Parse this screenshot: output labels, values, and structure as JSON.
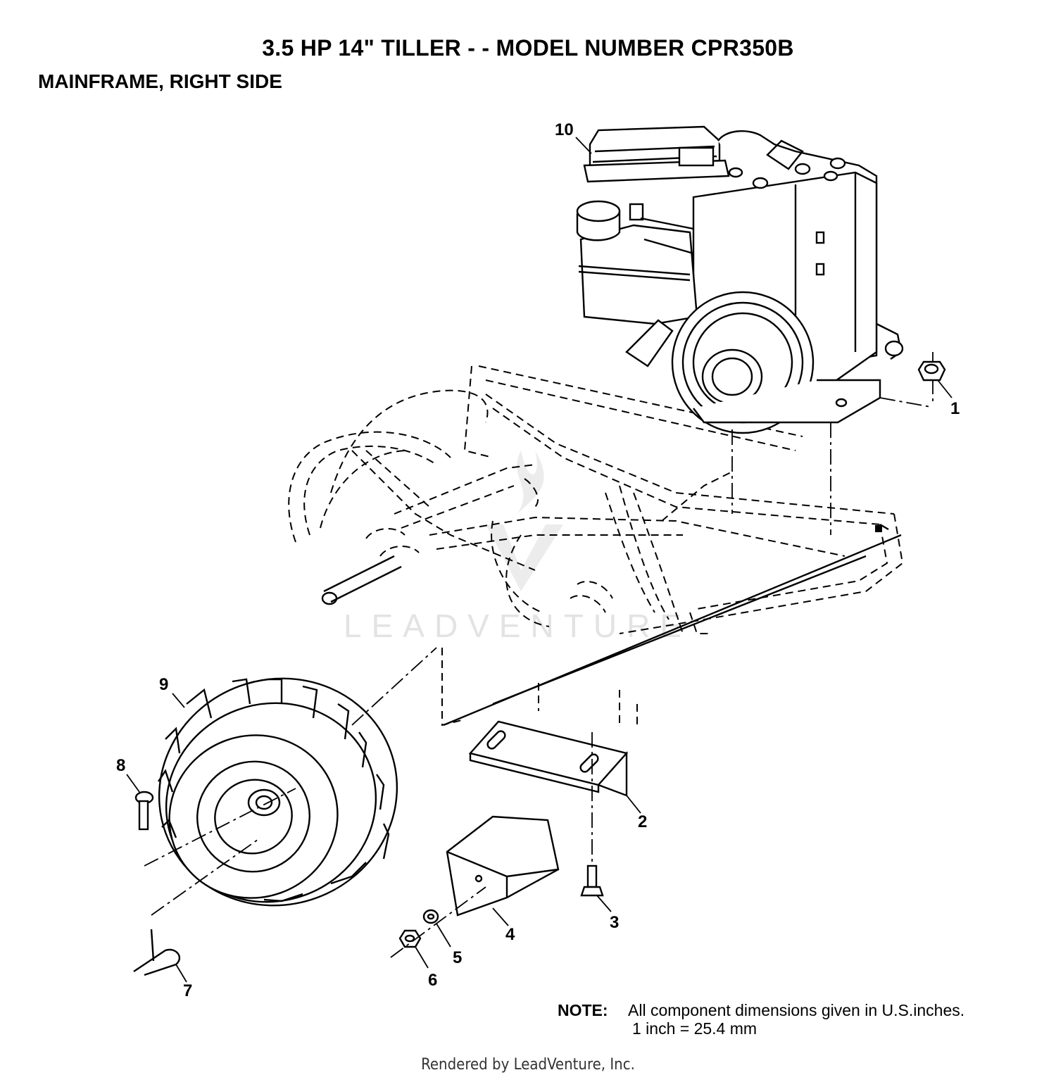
{
  "header": {
    "title": "3.5 HP 14\" TILLER - - MODEL NUMBER CPR350B",
    "subtitle": "MAINFRAME, RIGHT SIDE"
  },
  "callouts": [
    "1",
    "2",
    "3",
    "4",
    "5",
    "6",
    "7",
    "8",
    "9",
    "10"
  ],
  "watermark": "LEADVENTURE",
  "note": {
    "label": "NOTE:",
    "line1": "All component dimensions given in U.S.inches.",
    "line2": "1 inch = 25.4 mm"
  },
  "footer": "Rendered by LeadVenture, Inc."
}
